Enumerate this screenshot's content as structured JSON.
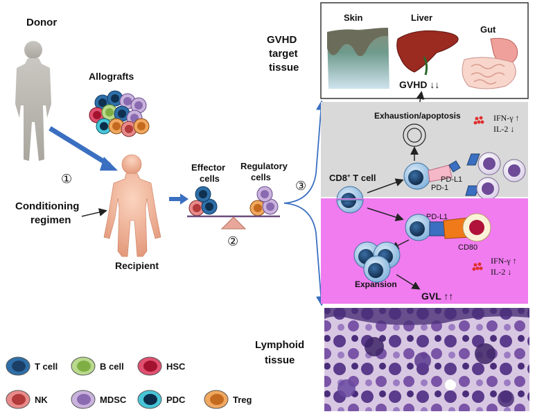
{
  "labels": {
    "donor": "Donor",
    "allografts": "Allografts",
    "step1": "①",
    "conditioning_line1": "Conditioning",
    "conditioning_line2": "regimen",
    "recipient": "Recipient",
    "effector_line1": "Effector",
    "effector_line2": "cells",
    "regulatory_line1": "Regulatory",
    "regulatory_line2": "cells",
    "step2": "②",
    "step3": "③",
    "gvhd_tissue_line1": "GVHD",
    "gvhd_tissue_line2": "target",
    "gvhd_tissue_line3": "tissue",
    "lymphoid_line1": "Lymphoid",
    "lymphoid_line2": "tissue",
    "skin": "Skin",
    "liver": "Liver",
    "gut": "Gut",
    "gvhd_result": "GVHD ↓↓",
    "exhaustion": "Exhaustion/apoptosis",
    "ifn_up_top": "IFN-γ ↑",
    "il2_down_top": "IL-2 ↓",
    "cd8_prefix": "CD8",
    "cd8_sup": "+",
    "cd8_suffix": " T cell",
    "pdl1_top": "PD-L1",
    "pd1": "PD-1",
    "pdl1_bottom": "PD-L1",
    "cd80": "CD80",
    "expansion": "Expansion",
    "gvl_result": "GVL ↑↑",
    "ifn_up_bottom": "IFN-γ ↑",
    "il2_down_bottom": "IL-2 ↓"
  },
  "legend": [
    {
      "label": "T cell",
      "color": "#2e6fa8",
      "nucleus": "#1b3f66",
      "icon": "t-cell-icon"
    },
    {
      "label": "B cell",
      "color": "#b9d98c",
      "nucleus": "#7fae45",
      "icon": "b-cell-icon"
    },
    {
      "label": "HSC",
      "color": "#e05070",
      "nucleus": "#a3122e",
      "icon": "hsc-icon"
    },
    {
      "label": "NK",
      "color": "#e98a8a",
      "nucleus": "#b23a3a",
      "icon": "nk-cell-icon"
    },
    {
      "label": "MDSC",
      "color": "#c9b3dc",
      "nucleus": "#8a6ab0",
      "icon": "mdsc-icon"
    },
    {
      "label": "PDC",
      "color": "#48c6d8",
      "nucleus": "#0b2d4a",
      "icon": "pdc-icon"
    },
    {
      "label": "Treg",
      "color": "#f0a860",
      "nucleus": "#c46a1e",
      "icon": "treg-icon"
    }
  ],
  "colors": {
    "gray_panel": "#d9d9d9",
    "pink_panel": "#f07cf0",
    "arrow_blue": "#3a6fc1",
    "tcell_body": "#9cc3e4",
    "tcell_nucleus": "#1d3f6b",
    "balance": "#6a4a7e",
    "fulcrum": "#e8a79a"
  }
}
